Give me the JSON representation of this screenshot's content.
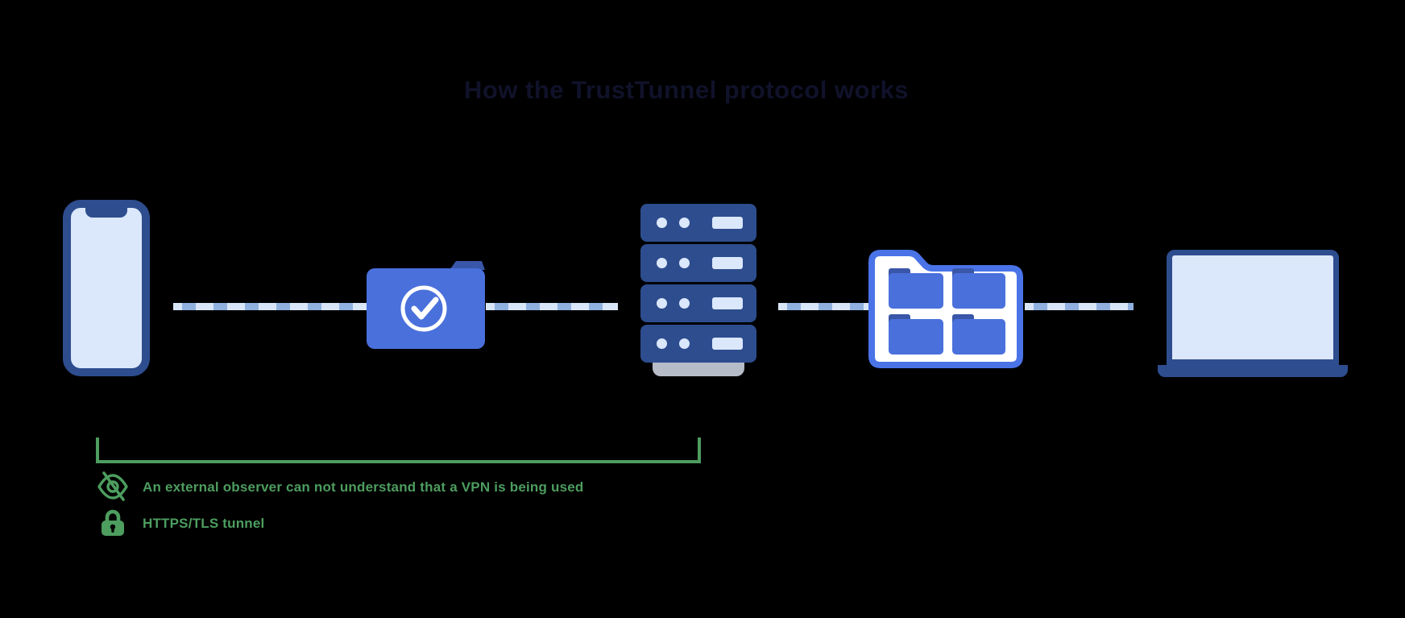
{
  "title": "How the TrustTunnel protocol works",
  "diagram": {
    "nodes": [
      {
        "id": "client-phone",
        "icon": "smartphone-icon"
      },
      {
        "id": "verified-folder",
        "icon": "folder-check-icon"
      },
      {
        "id": "vpn-server",
        "icon": "server-stack-icon"
      },
      {
        "id": "file-storage",
        "icon": "folders-grid-icon"
      },
      {
        "id": "destination-laptop",
        "icon": "laptop-icon"
      }
    ],
    "connector_style": "striped-dashed-line",
    "bracket_range": "phone-to-server"
  },
  "annotations": [
    {
      "icon": "eye-off-icon",
      "label": "An external observer can not understand that a VPN is being used"
    },
    {
      "icon": "lock-icon",
      "label": "HTTPS/TLS tunnel"
    }
  ],
  "colors": {
    "bg": "#000000",
    "title": "#10122a",
    "navy": "#2d4d8e",
    "lightblue": "#dbe7fb",
    "blue": "#4a70dc",
    "gridborder": "#4a73e8",
    "tabblue": "#3a56a8",
    "pipelight": "#d9e6f8",
    "pipedash": "#90b0e0",
    "gray": "#b6bcc8",
    "green": "#4d9d5f"
  }
}
